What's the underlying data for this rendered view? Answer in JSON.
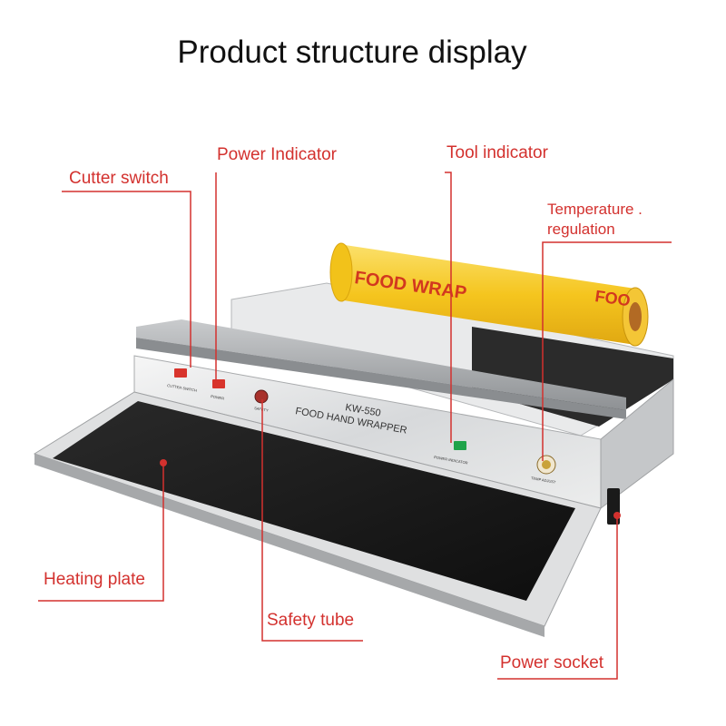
{
  "title": "Product structure display",
  "product": {
    "model": "KW-550",
    "name": "FOOD HAND WRAPPER",
    "roll_text": "FOOD WRAP",
    "roll_text_partial": "FOO",
    "panel_labels": {
      "cutter": "CUTTER SWITCH",
      "power": "POWER",
      "safety": "SAFETY",
      "tool": "POWER INDICATOR",
      "temp": "TEMP ADJUST"
    }
  },
  "labels": {
    "cutter_switch": "Cutter switch",
    "power_indicator": "Power Indicator",
    "tool_indicator": "Tool indicator",
    "temperature_line1": "Temperature .",
    "temperature_line2": "regulation",
    "heating_plate": "Heating plate",
    "safety_tube": "Safety tube",
    "power_socket": "Power socket"
  },
  "colors": {
    "callout": "#d3312e",
    "roll": "#f5c51e",
    "switch_red": "#d8342c",
    "indicator_green": "#1fa34a"
  }
}
